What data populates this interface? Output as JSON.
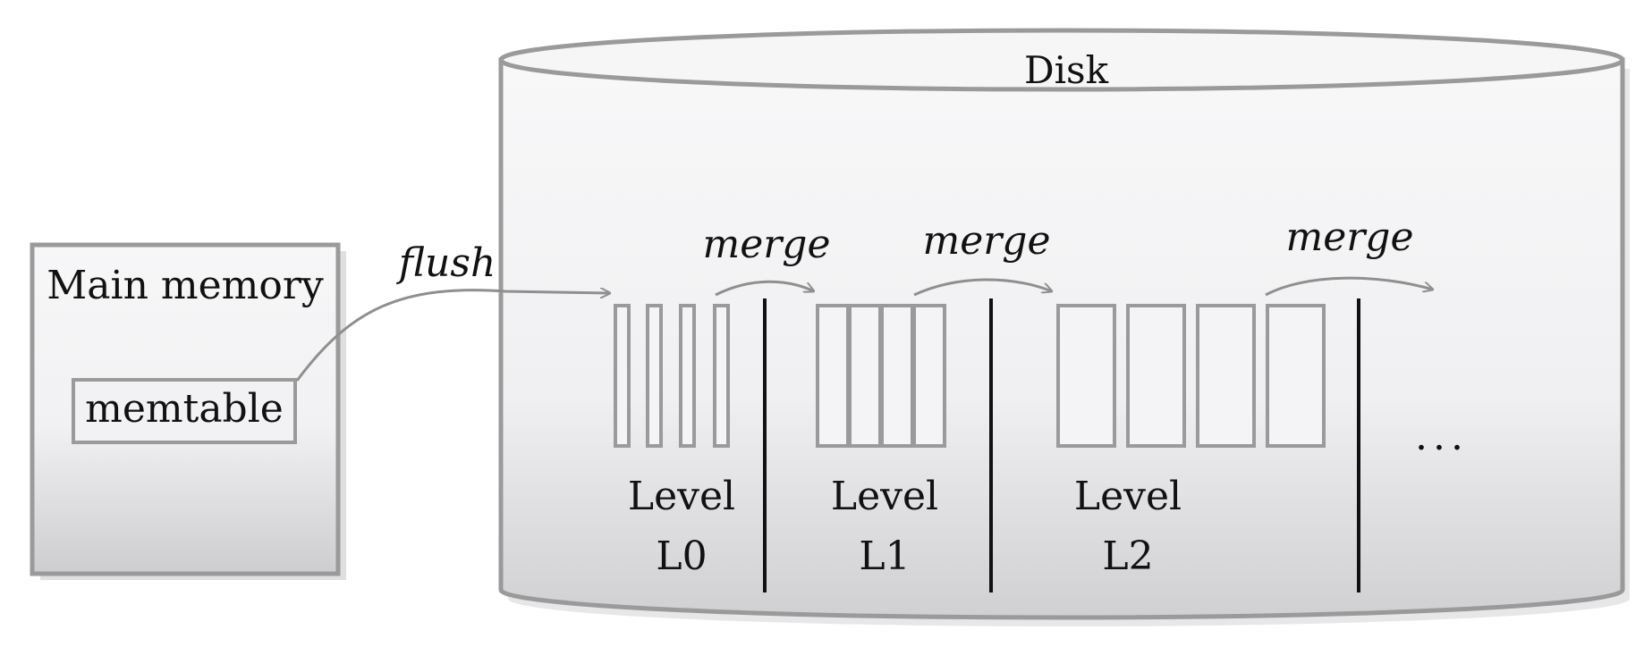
{
  "memory": {
    "title": "Main memory",
    "memtable_label": "memtable"
  },
  "disk": {
    "title": "Disk"
  },
  "arrows": {
    "flush_label": "flush",
    "merge_label_1": "merge",
    "merge_label_2": "merge",
    "merge_label_3": "merge"
  },
  "levels": [
    {
      "line1": "Level",
      "line2": "L0",
      "sstable_count": 4
    },
    {
      "line1": "Level",
      "line2": "L1",
      "sstable_count": 4
    },
    {
      "line1": "Level",
      "line2": "L2",
      "sstable_count": 4
    }
  ],
  "ellipsis": "...",
  "colors": {
    "box_stroke": "#9a9a9a",
    "divider": "#111111",
    "arrow": "#8f8f8f",
    "fill_top": "#f7f7f8",
    "fill_bottom": "#cfcfd2"
  }
}
